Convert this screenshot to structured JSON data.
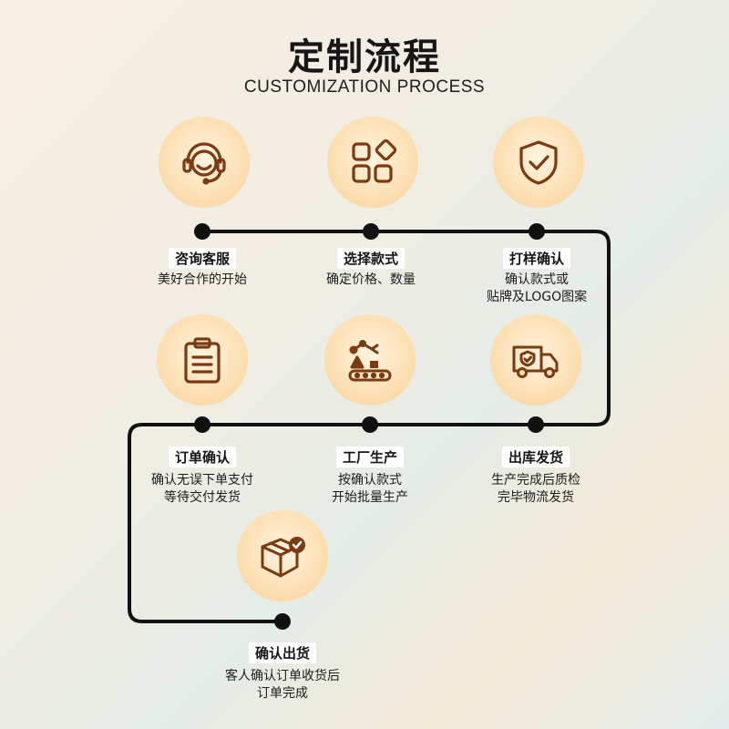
{
  "title": "定制流程",
  "subtitle": "CUSTOMIZATION PROCESS",
  "steps": [
    {
      "title": "咨询客服",
      "lines": [
        "美好合作的开始"
      ],
      "icon": "headset-icon"
    },
    {
      "title": "选择款式",
      "lines": [
        "确定价格、数量"
      ],
      "icon": "apps-grid-icon"
    },
    {
      "title": "打样确认",
      "lines": [
        "确认款式或",
        "贴牌及LOGO图案"
      ],
      "icon": "shield-check-icon"
    },
    {
      "title": "订单确认",
      "lines": [
        "确认无误下单支付",
        "等待交付发货"
      ],
      "icon": "clipboard-icon"
    },
    {
      "title": "工厂生产",
      "lines": [
        "按确认款式",
        "开始批量生产"
      ],
      "icon": "factory-conveyor-icon"
    },
    {
      "title": "出库发货",
      "lines": [
        "生产完成后质检",
        "完毕物流发货"
      ],
      "icon": "delivery-truck-icon"
    },
    {
      "title": "确认出货",
      "lines": [
        "客人确认订单收货后",
        "订单完成"
      ],
      "icon": "package-check-icon"
    }
  ],
  "colors": {
    "icon": "#7a3a12",
    "line": "#111111"
  }
}
